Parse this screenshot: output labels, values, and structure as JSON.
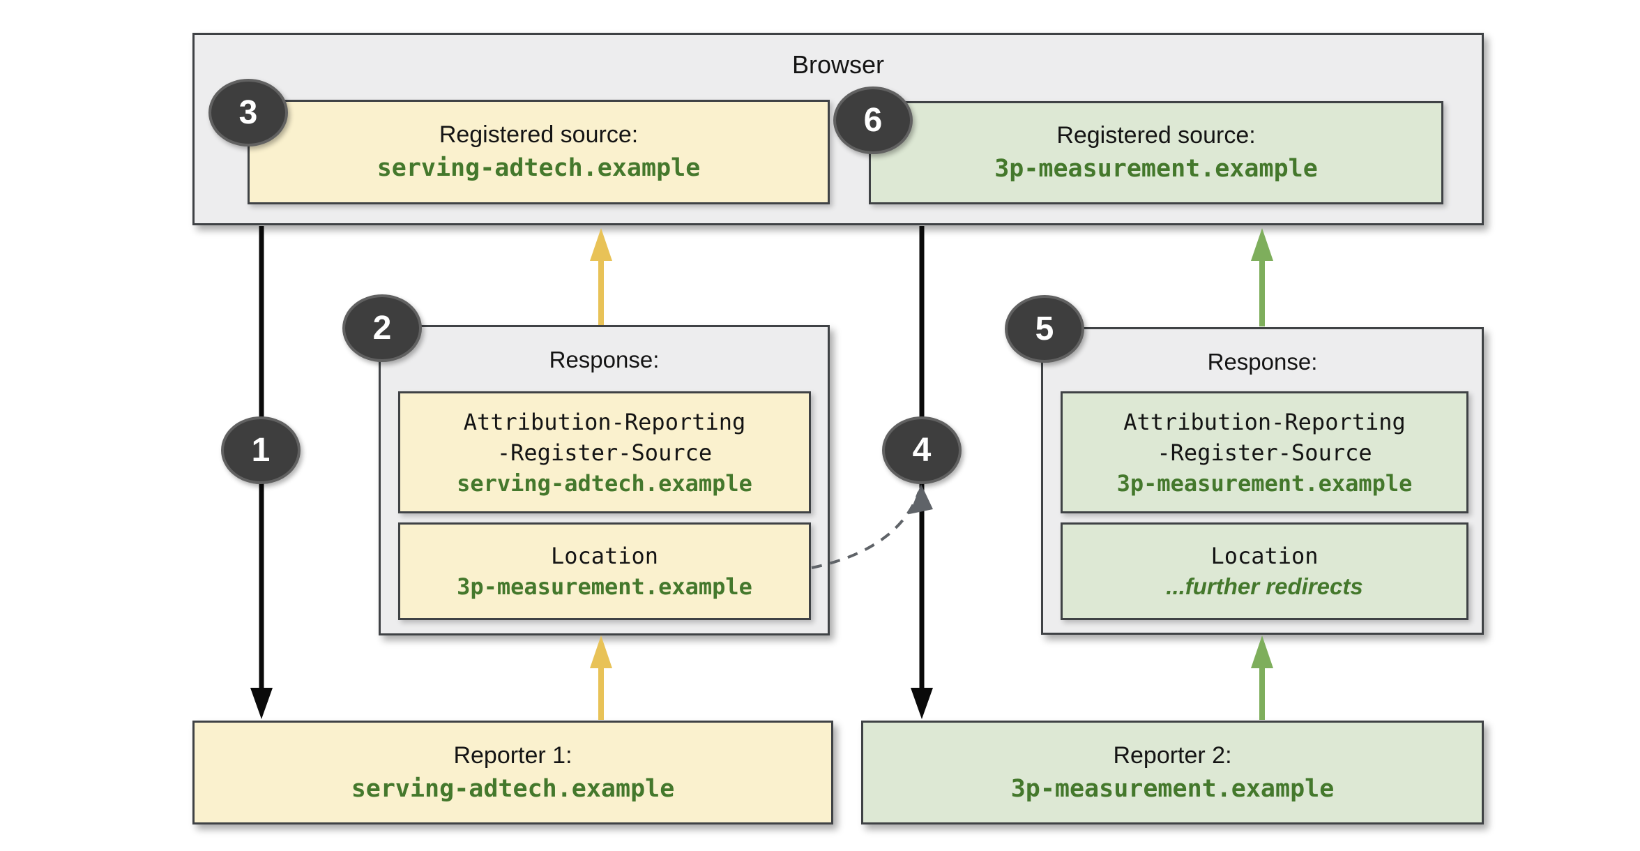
{
  "colors": {
    "bg": "#ffffff",
    "panel-fill": "#ededee",
    "panel-border": "#3f4245",
    "yellow-fill": "#faf1ce",
    "green-fill": "#dde8d4",
    "ink": "#141414",
    "green-text": "#44782c",
    "arrow-black": "#0a0a0a",
    "arrow-yellow": "#e8c257",
    "arrow-green": "#7eae5c",
    "arrow-gray": "#5f6368",
    "badge-fill": "#3e3e3e",
    "badge-ring": "#616161",
    "badge-text": "#ffffff"
  },
  "browser": {
    "title": "Browser",
    "sources": [
      {
        "badge": "3",
        "label": "Registered source:",
        "domain": "serving-adtech.example"
      },
      {
        "badge": "6",
        "label": "Registered source:",
        "domain": "3p-measurement.example"
      }
    ]
  },
  "responses": [
    {
      "badge": "2",
      "title": "Response:",
      "register_header": {
        "line1": "Attribution-Reporting",
        "line2": "-Register-Source",
        "value": "serving-adtech.example"
      },
      "location_header": {
        "line1": "Location",
        "value": "3p-measurement.example"
      }
    },
    {
      "badge": "5",
      "title": "Response:",
      "register_header": {
        "line1": "Attribution-Reporting",
        "line2": "-Register-Source",
        "value": "3p-measurement.example"
      },
      "location_header": {
        "line1": "Location",
        "value": "...further redirects"
      }
    }
  ],
  "reporters": [
    {
      "label": "Reporter 1:",
      "domain": "serving-adtech.example"
    },
    {
      "label": "Reporter 2:",
      "domain": "3p-measurement.example"
    }
  ],
  "flow_badges": [
    {
      "step": "1"
    },
    {
      "step": "4"
    }
  ]
}
